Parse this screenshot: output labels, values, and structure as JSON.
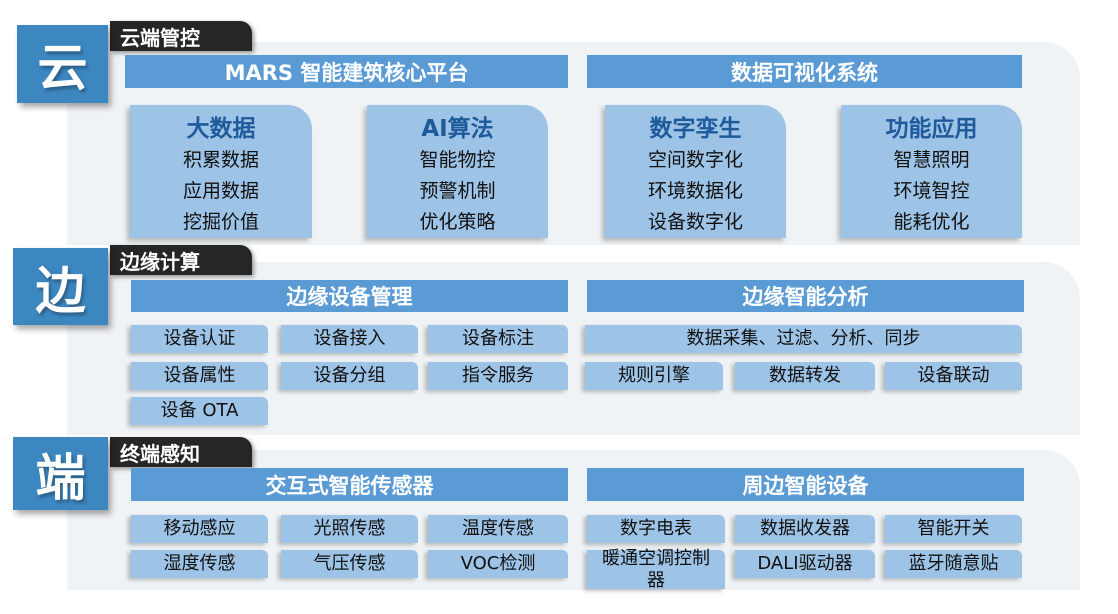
{
  "cloud": {
    "letter": "云",
    "tab": "云端管控",
    "headers": [
      "MARS 智能建筑核心平台",
      "数据可视化系统"
    ],
    "cards": [
      {
        "title": "大数据",
        "items": [
          "积累数据",
          "应用数据",
          "挖掘价值"
        ]
      },
      {
        "title": "AI算法",
        "items": [
          "智能物控",
          "预警机制",
          "优化策略"
        ]
      },
      {
        "title": "数字孪生",
        "items": [
          "空间数字化",
          "环境数据化",
          "设备数字化"
        ]
      },
      {
        "title": "功能应用",
        "items": [
          "智慧照明",
          "环境智控",
          "能耗优化"
        ]
      }
    ]
  },
  "edge": {
    "letter": "边",
    "tab": "边缘计算",
    "headers": [
      "边缘设备管理",
      "边缘智能分析"
    ],
    "left": [
      "设备认证",
      "设备接入",
      "设备标注",
      "设备属性",
      "设备分组",
      "指令服务",
      "设备 OTA"
    ],
    "right": [
      "数据采集、过滤、分析、同步",
      "规则引擎",
      "数据转发",
      "设备联动"
    ]
  },
  "device": {
    "letter": "端",
    "tab": "终端感知",
    "headers": [
      "交互式智能传感器",
      "周边智能设备"
    ],
    "left": [
      "移动感应",
      "光照传感",
      "温度传感",
      "湿度传感",
      "气压传感",
      "VOC检测"
    ],
    "right": [
      "数字电表",
      "数据收发器",
      "智能开关",
      "暖通空调控制器",
      "DALI驱动器",
      "蓝牙随意贴"
    ]
  }
}
